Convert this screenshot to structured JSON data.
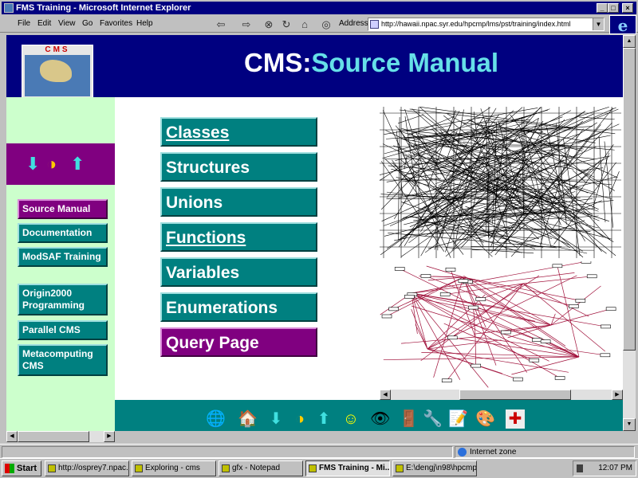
{
  "window": {
    "title": "FMS Training - Microsoft Internet Explorer",
    "min": "_",
    "max": "□",
    "close": "×"
  },
  "menu": [
    "File",
    "Edit",
    "View",
    "Go",
    "Favorites",
    "Help"
  ],
  "toolbar": {
    "back": "⇦",
    "forward": "⇨",
    "stop": "⊗",
    "refresh": "↻",
    "home": "⌂",
    "history": "◎"
  },
  "address": {
    "label": "Address",
    "value": "http://hawaii.npac.syr.edu/hpcmp/lms/pst/training/index.html",
    "dropdown": "▼"
  },
  "ie_logo": "e",
  "site": {
    "thumb_label": "CMS",
    "title_prefix": "CMS:",
    "title_rest": "Source Manual"
  },
  "nav_icons": [
    "⬇",
    "◑",
    "⬆"
  ],
  "sidebar": [
    {
      "label": "Source Manual",
      "active": true
    },
    {
      "label": "Documentation",
      "active": false
    },
    {
      "label": "ModSAF Training",
      "active": false
    },
    {
      "label": "Origin2000 Programming",
      "active": false
    },
    {
      "label": "Parallel CMS",
      "active": false
    },
    {
      "label": "Metacomputing CMS",
      "active": false
    }
  ],
  "main_buttons": [
    {
      "label": "Classes",
      "underline": true
    },
    {
      "label": "Structures",
      "underline": false
    },
    {
      "label": "Unions",
      "underline": false
    },
    {
      "label": "Functions",
      "underline": true
    },
    {
      "label": "Variables",
      "underline": false
    },
    {
      "label": "Enumerations",
      "underline": false
    },
    {
      "label": "Query Page",
      "underline": false
    }
  ],
  "bottom_icons": [
    {
      "name": "globe-icon",
      "glyph": "🌐"
    },
    {
      "name": "home-icon",
      "glyph": "🏠"
    },
    {
      "name": "down-arrow-icon",
      "glyph": "⬇"
    },
    {
      "name": "color-wheel-icon",
      "glyph": "◑"
    },
    {
      "name": "up-arrow-icon",
      "glyph": "⬆"
    },
    {
      "name": "smiley-icon",
      "glyph": "☺"
    },
    {
      "name": "eye-icon",
      "glyph": "👁"
    },
    {
      "name": "door-icon",
      "glyph": "🚪"
    },
    {
      "name": "tools-icon",
      "glyph": "🔧"
    },
    {
      "name": "notepad-icon",
      "glyph": "📝"
    },
    {
      "name": "palette-icon",
      "glyph": "🎨"
    },
    {
      "name": "first-aid-icon",
      "glyph": "✚"
    }
  ],
  "status": {
    "left": "",
    "zone": "Internet zone"
  },
  "taskbar": {
    "start": "Start",
    "tasks": [
      {
        "label": "http://osprey7.npac.s...",
        "active": false
      },
      {
        "label": "Exploring - cms",
        "active": false
      },
      {
        "label": "gfx - Notepad",
        "active": false
      },
      {
        "label": "FMS Training - Mi...",
        "active": true
      },
      {
        "label": "E:\\dengj\\n98\\hpcmp...",
        "active": false
      }
    ],
    "clock": "12:07 PM"
  }
}
